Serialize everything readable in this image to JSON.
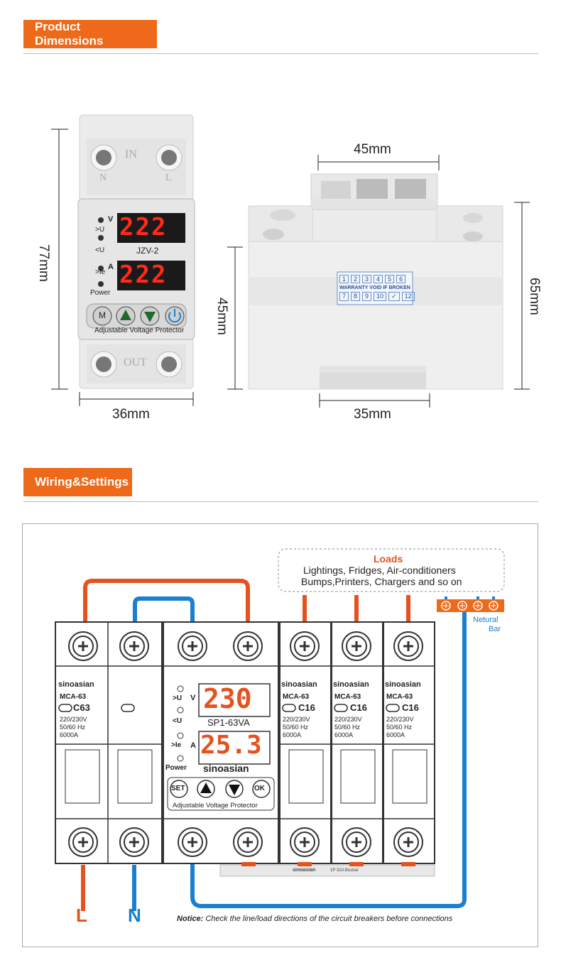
{
  "sections": {
    "dimensions_title": "Product Dimensions",
    "wiring_title": "Wiring&Settings"
  },
  "dimensions": {
    "height_front": "77mm",
    "width_front": "36mm",
    "top_width_side": "45mm",
    "inner_height_side": "45mm",
    "total_height_side": "65mm",
    "bottom_width_side": "35mm"
  },
  "front_device": {
    "terminal_in": "IN",
    "terminal_out": "OUT",
    "label_n": "N",
    "label_l": "L",
    "display_top": "222",
    "display_bottom": "222",
    "unit_v": "V",
    "unit_a": "A",
    "model": "JZV-2",
    "ind_over_u": ">U",
    "ind_under_u": "<U",
    "ind_over_i": ">Ie",
    "ind_power": "Power",
    "btn_m": "M",
    "caption": "Adjustable Voltage Protector"
  },
  "side_device": {
    "warranty_numbers_top": [
      "1",
      "2",
      "3",
      "4",
      "5",
      "6"
    ],
    "warranty_numbers_bottom": [
      "7",
      "8",
      "9",
      "10",
      "✓",
      "12"
    ],
    "warranty_text": "WARRANTY VOID IF BROKEN"
  },
  "wiring": {
    "loads_title": "Loads",
    "loads_line1": "Lightings, Fridges, Air-conditioners",
    "loads_line2": "Bumps,Printers, Chargers and so on",
    "neutral_bar_line1": "Netural",
    "neutral_bar_line2": "Bar",
    "brand": "sinoasian",
    "main_breaker_model": "MCA-63",
    "main_breaker_rating": "C63",
    "breaker_specs": [
      "220/230V",
      "50/60 Hz",
      "6000A"
    ],
    "branch_breakers": [
      {
        "model": "MCA-63",
        "rating": "C16"
      },
      {
        "model": "MCA-63",
        "rating": "C16"
      },
      {
        "model": "MCA-63",
        "rating": "C16"
      }
    ],
    "protector_display_voltage": "230",
    "protector_display_current": "25.3",
    "protector_model": "SP1-63VA",
    "protector_unit_v": "V",
    "protector_unit_a": "A",
    "protector_ind_over_u": ">U",
    "protector_ind_under_u": "<U",
    "protector_ind_over_i": ">Ie",
    "protector_ind_power": "Power",
    "protector_btn_set": "SET",
    "protector_btn_ok": "OK",
    "protector_caption": "Adjustable Voltage Protector",
    "busbar_label": "1P 32A Busbar",
    "line_label": "L",
    "neutral_label": "N",
    "notice_prefix": "Notice:",
    "notice_text": "Check the line/load directions of the circuit breakers before connections"
  },
  "colors": {
    "accent_orange": "#ee6a1a",
    "wire_red": "#e5521d",
    "wire_blue": "#1a7fcf",
    "display_red": "#ff2a1a"
  }
}
